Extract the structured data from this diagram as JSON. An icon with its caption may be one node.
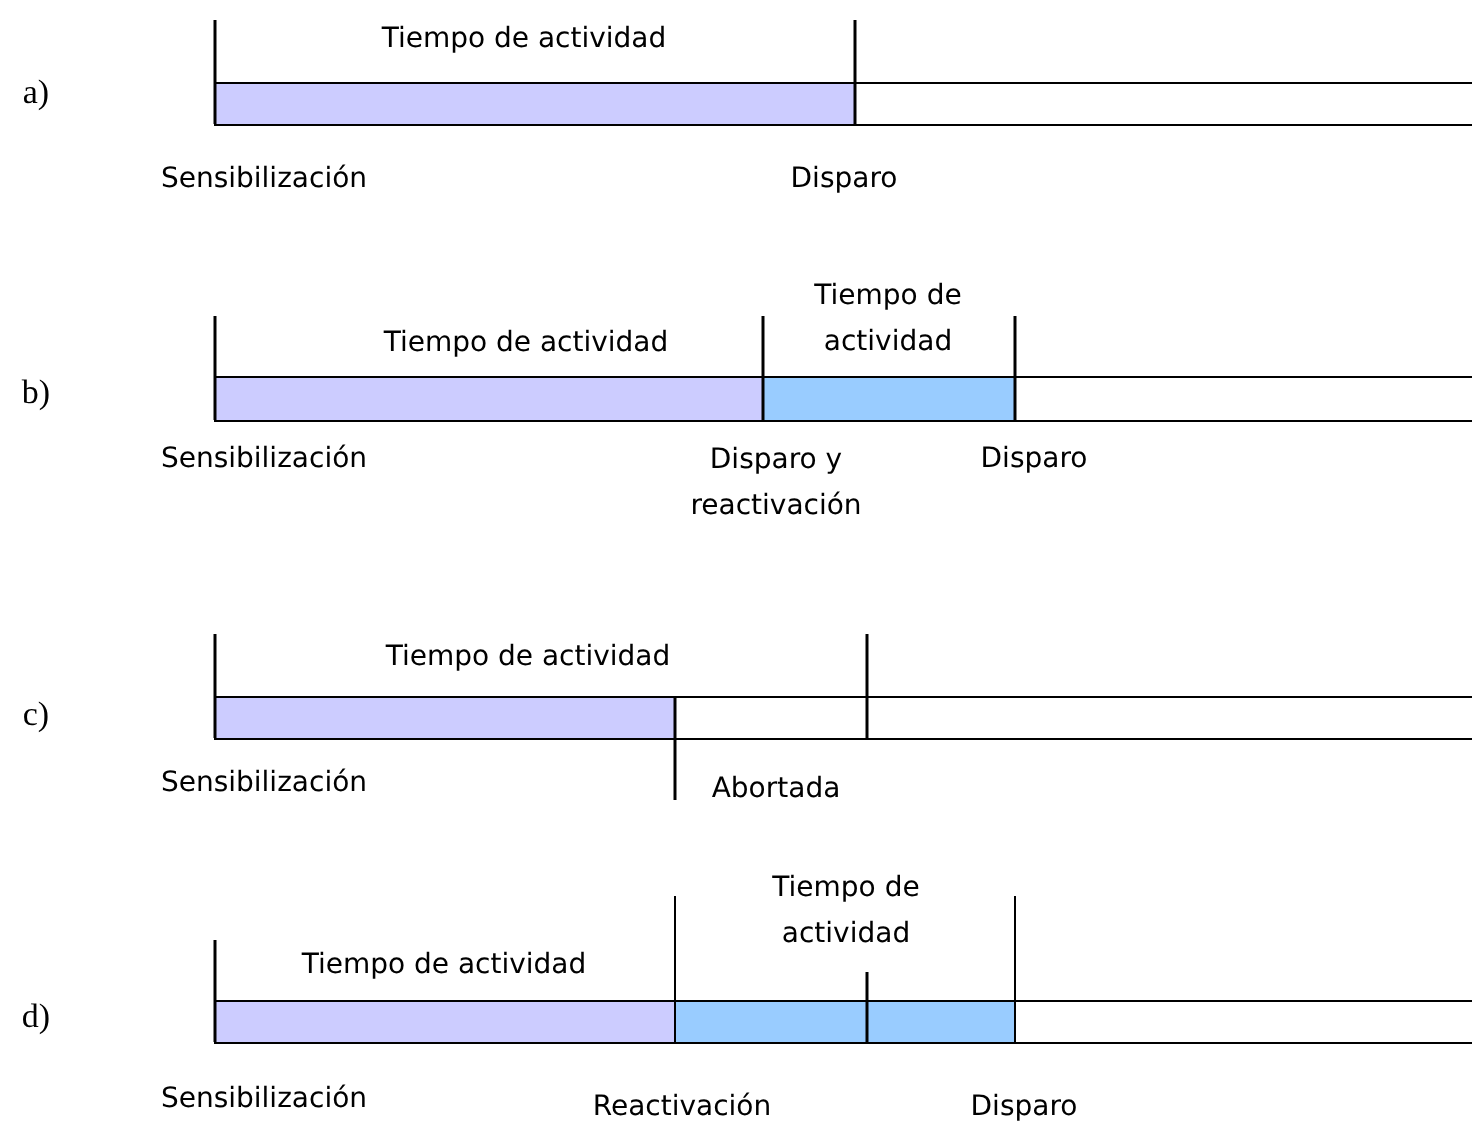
{
  "diagram": {
    "nodes": [
      {
        "text": [],
        "shape": "bar"
      },
      {
        "text": [],
        "shape": "bar"
      },
      {
        "text": [],
        "shape": "bar"
      },
      {
        "text": [],
        "shape": "bar"
      },
      {
        "text": [],
        "shape": "bar"
      },
      {
        "text": [],
        "shape": "bar"
      },
      {
        "text": [],
        "shape": "bar"
      },
      {
        "text": [],
        "shape": "bar"
      },
      {
        "text": [],
        "shape": "bar"
      },
      {
        "text": [],
        "shape": "bar"
      },
      {
        "text": [],
        "shape": "bar"
      },
      {
        "text": [],
        "shape": "bar"
      }
    ],
    "labels": [
      "Tiempo de actividad",
      "a)",
      "Sensibilización",
      "Disparo",
      "Tiempo de actividad",
      "Tiempo de actividad",
      "b)",
      "Sensibilización",
      "Disparo y reactivación",
      "Disparo",
      "Tiempo de actividad",
      "c)",
      "Sensibilización",
      "Abortada",
      "Tiempo de actividad",
      "Tiempo de actividad",
      "d)",
      "Sensibilización",
      "Reactivación",
      "Disparo"
    ]
  }
}
